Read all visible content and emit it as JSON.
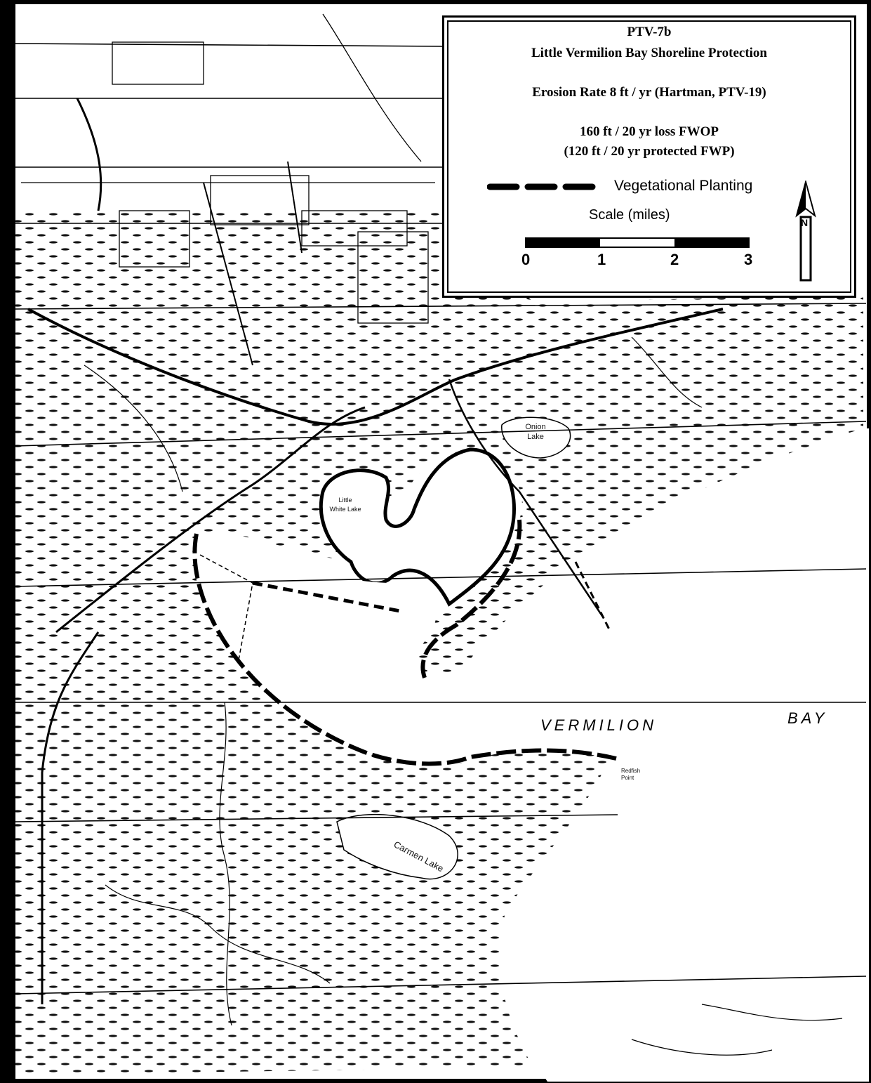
{
  "legend": {
    "id": "PTV-7b",
    "project_title": "Little Vermilion Bay Shoreline Protection",
    "erosion_rate": "Erosion Rate 8 ft / yr (Hartman, PTV-19)",
    "loss_fwop": "160 ft / 20 yr loss FWOP",
    "loss_fwp": "(120 ft / 20 yr protected FWP)",
    "planting_label": "Vegetational Planting",
    "scale_title": "Scale (miles)",
    "scale_ticks": [
      "0",
      "1",
      "2",
      "3"
    ],
    "north_letter": "N"
  },
  "places": {
    "bay_word1": "VERMILION",
    "bay_word2": "BAY",
    "onion_lake_1": "Onion",
    "onion_lake_2": "Lake",
    "little_white_lake_1": "Little",
    "little_white_lake_2": "White Lake",
    "carmen_lake": "Carmen Lake",
    "rollover_point_1": "Redfish",
    "rollover_point_2": "Point"
  },
  "colors": {
    "ink": "#000000",
    "paper": "#ffffff"
  }
}
